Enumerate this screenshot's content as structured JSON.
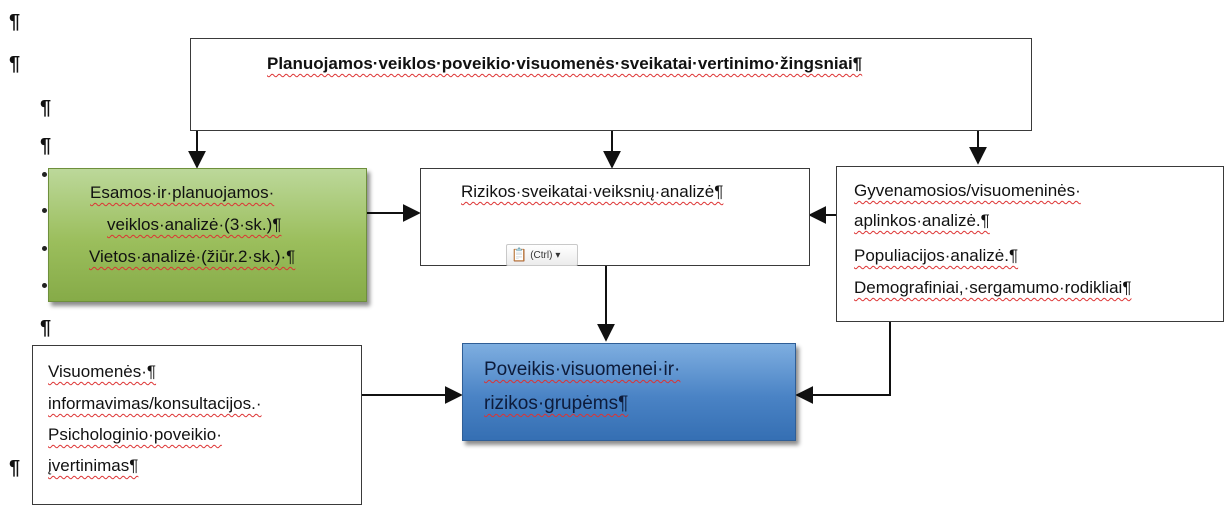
{
  "pilcrow": "¶",
  "colors": {
    "green_box": "#9bbe5c",
    "blue_box": "#4a83c5",
    "spellcheck_underline": "#d33"
  },
  "title_box": {
    "text": "Planuojamos·veiklos·poveikio·visuomenės·sveikatai·vertinimo·žingsniai¶"
  },
  "left_box": {
    "lines": [
      "Esamos·ir·planuojamos·",
      "veiklos·analizė·(3·sk.)¶",
      "Vietos·analizė·(žiūr.2·sk.)·¶"
    ]
  },
  "center_box": {
    "text": "Rizikos·sveikatai·veiksnių·analizė¶",
    "paste_options": {
      "icon": "clipboard-icon",
      "label": "(Ctrl)",
      "dropdown": "▾"
    }
  },
  "right_box": {
    "lines": [
      "Gyvenamosios/visuomeninės·",
      "aplinkos·analizė.¶",
      "Populiacijos·analizė.¶",
      "Demografiniai,·sergamumo·rodikliai¶"
    ]
  },
  "bottom_left_box": {
    "lines": [
      "Visuomenės·¶",
      "informavimas/konsultacijos.·",
      "Psichologinio·poveikio·",
      "įvertinimas¶"
    ]
  },
  "bottom_center_box": {
    "lines": [
      "Poveikis·visuomenei·ir·",
      "rizikos·grupėms¶"
    ]
  }
}
